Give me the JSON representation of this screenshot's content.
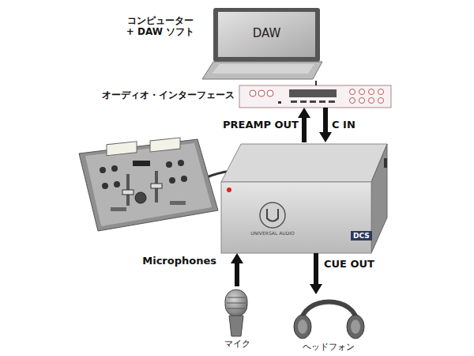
{
  "diagram": {
    "nodes": [
      {
        "text": [
          "DAW",
          "コンピューター + DAW ソフト"
        ]
      },
      {
        "text": [
          "オーディオ・インターフェース"
        ]
      },
      {
        "text": [
          "UNIVERSAL AUDIO",
          "DCS"
        ]
      },
      {
        "text": [
          "マイク"
        ]
      },
      {
        "text": [
          "ヘッドフォン"
        ]
      }
    ],
    "edges": [
      {
        "from": 0,
        "to": 1,
        "arrow": "none"
      },
      {
        "from": 2,
        "to": 1,
        "label": "PREAMP OUT",
        "arrow": "to"
      },
      {
        "from": 1,
        "to": 2,
        "label": "C IN",
        "arrow": "to"
      },
      {
        "from": 3,
        "to": 2,
        "label": "Microphones",
        "arrow": "to"
      },
      {
        "from": 2,
        "to": 4,
        "label": "CUE OUT",
        "arrow": "to"
      }
    ]
  }
}
